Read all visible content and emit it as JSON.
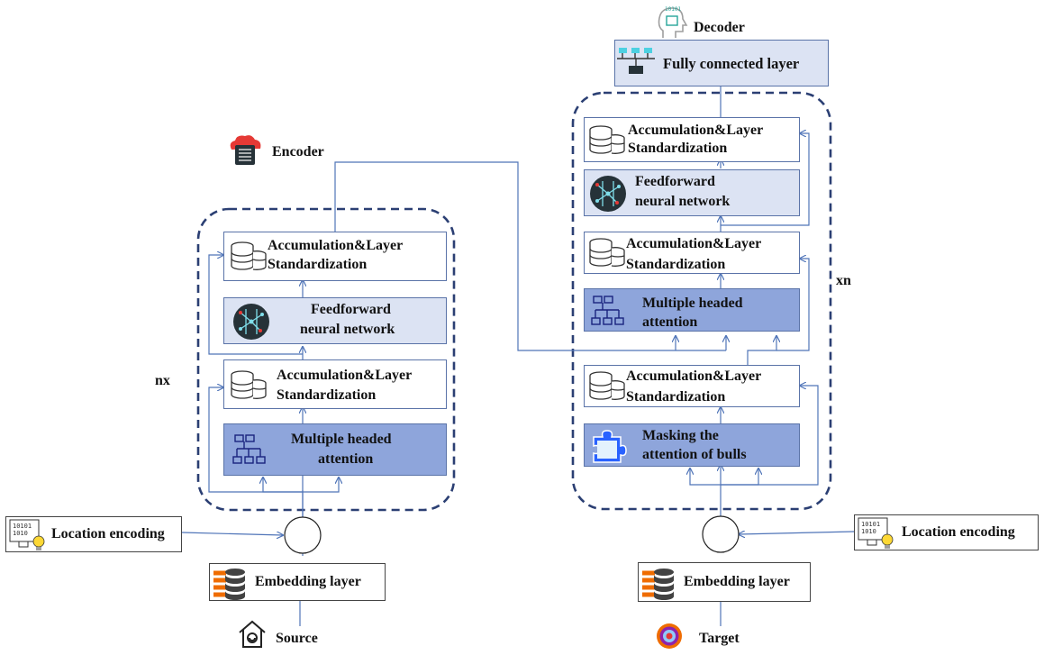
{
  "encoder": {
    "title": "Encoder",
    "repeat_label": "nx",
    "blocks": {
      "addnorm_top": {
        "line1": "Accumulation&Layer",
        "line2": "Standardization"
      },
      "ffn": {
        "line1": "Feedforward",
        "line2": "neural network"
      },
      "addnorm_bottom": {
        "line1": "Accumulation&Layer",
        "line2": "Standardization"
      },
      "attention": {
        "line1": "Multiple headed",
        "line2": "attention"
      }
    },
    "location_encoding": "Location encoding",
    "embedding": "Embedding layer",
    "input": "Source"
  },
  "decoder": {
    "title": "Decoder",
    "repeat_label": "xn",
    "fully_connected": "Fully connected layer",
    "blocks": {
      "addnorm_top": {
        "line1": "Accumulation&Layer",
        "line2": "Standardization"
      },
      "ffn": {
        "line1": "Feedforward",
        "line2": "neural network"
      },
      "addnorm_mid": {
        "line1": "Accumulation&Layer",
        "line2": "Standardization"
      },
      "attention": {
        "line1": "Multiple headed",
        "line2": "attention"
      },
      "addnorm_bottom": {
        "line1": "Accumulation&Layer",
        "line2": "Standardization"
      },
      "masked": {
        "line1": "Masking the",
        "line2": "attention of bulls"
      }
    },
    "location_encoding": "Location encoding",
    "embedding": "Embedding layer",
    "input": "Target"
  },
  "icons": {
    "encoder_icon": "cloud-server-icon",
    "decoder_icon": "ai-head-icon",
    "addnorm_icon": "database-stack-icon",
    "ffn_icon": "neural-network-icon",
    "attention_icon": "hierarchy-icon",
    "masked_icon": "puzzle-icon",
    "embedding_icon": "database-icon",
    "location_icon": "binary-monitor-icon",
    "source_icon": "home-icon",
    "target_icon": "target-icon",
    "fc_icon": "network-switch-icon",
    "binary_text": [
      "10101",
      "1010"
    ]
  },
  "colors": {
    "border": "#5a73a8",
    "container": "#2b3f73",
    "light_fill": "#dce3f3",
    "dark_fill": "#8ea5db",
    "wire": "#4f74b8"
  }
}
